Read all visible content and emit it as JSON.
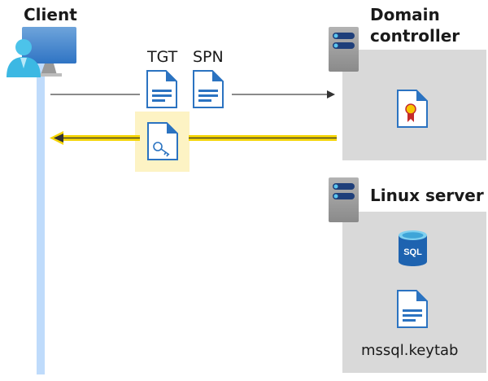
{
  "client": {
    "title": "Client"
  },
  "domain_controller": {
    "title_line1": "Domain",
    "title_line2": "controller"
  },
  "linux_server": {
    "title": "Linux server",
    "keytab_label": "mssql.keytab"
  },
  "tickets": {
    "tgt_label": "TGT",
    "spn_label": "SPN"
  },
  "colors": {
    "lifeline": "#bfdbfb",
    "highlight": "#fdf3c4",
    "arrow_yellow": "#f5d400",
    "box_gray": "#d9d9d9",
    "doc_blue": "#2b73c1"
  }
}
